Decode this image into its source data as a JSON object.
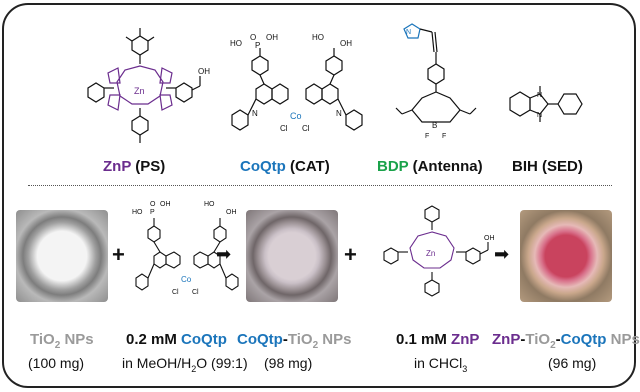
{
  "top_row": {
    "znp": {
      "name": "ZnP",
      "role": "(PS)"
    },
    "coqtp": {
      "name": "CoQtp",
      "role": "(CAT)"
    },
    "bdp": {
      "name": "BDP",
      "role": "(Antenna)"
    },
    "bih": {
      "name": "BIH",
      "role": "(SED)"
    }
  },
  "atoms": {
    "zn": "Zn",
    "co": "Co",
    "cl": "Cl",
    "n": "N",
    "b": "B",
    "f": "F",
    "oh": "OH",
    "o": "O",
    "p": "P",
    "ho": "HO"
  },
  "bottom_row": {
    "tio2": {
      "name": "TiO",
      "sub": "2",
      "suffix": " NPs",
      "amount": "(100 mg)"
    },
    "coqtp_sol": {
      "conc": "0.2 mM",
      "name": "CoQtp",
      "solvent_pre": "in MeOH/H",
      "solvent_sub": "2",
      "solvent_post": "O (99:1)"
    },
    "coqtp_tio2": {
      "name": "CoQtp",
      "dash": "-",
      "tio": "TiO",
      "sub": "2",
      "suffix": " NPs",
      "amount": "(98 mg)"
    },
    "znp_sol": {
      "conc": "0.1 mM",
      "name": "ZnP",
      "solvent_pre": "in CHCl",
      "solvent_sub": "3"
    },
    "final": {
      "znp": "ZnP",
      "dash1": "-",
      "tio": "TiO",
      "sub": "2",
      "dash2": "-",
      "coqtp": "CoQtp",
      "suffix": " NPs",
      "amount": "(96 mg)"
    }
  },
  "operators": {
    "plus": "+",
    "arrow": "➡"
  },
  "colors": {
    "purple": "#6b2d8e",
    "blue": "#1b75bb",
    "green": "#1aa24a",
    "gray": "#9a9a9a"
  }
}
